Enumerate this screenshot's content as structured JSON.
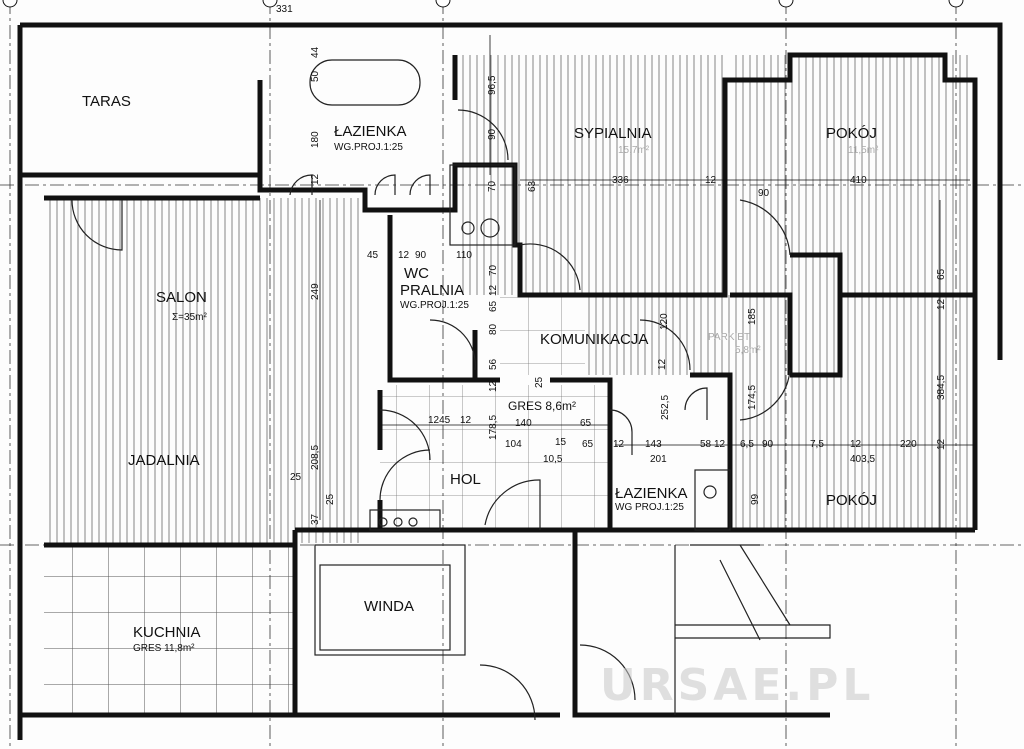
{
  "rooms": {
    "taras": "TARAS",
    "lazienka_top": "ŁAZIENKA",
    "lazienka_top_note": "WG.PROJ.1:25",
    "sypialnia": "SYPIALNIA",
    "sypialnia_area": "15,7m²",
    "pokoj_top": "POKÓJ",
    "pokoj_top_area": "11,5m²",
    "salon": "SALON",
    "salon_area": "Σ=35m²",
    "jadalnia": "JADALNIA",
    "wc": "WC",
    "pralnia": "PRALNIA",
    "pralnia_note": "WG.PROJ.1:25",
    "komunikacja": "KOMUNIKACJA",
    "parkiet": "PARKIET",
    "parkiet_area": "5,8m²",
    "gres_hol": "GRES 8,6m²",
    "hol": "HOL",
    "lazienka_bottom": "ŁAZIENKA",
    "lazienka_bottom_note": "WG PROJ.1:25",
    "pokoj_bottom": "POKÓJ",
    "winda": "WINDA",
    "kuchnia": "KUCHNIA",
    "kuchnia_area": "GRES 11,8m²"
  },
  "watermark": "URSAE.PL",
  "dimensions": [
    "44",
    "50",
    "96,5",
    "180",
    "90",
    "12",
    "336",
    "410",
    "12",
    "90",
    "70",
    "63",
    "45",
    "12",
    "90",
    "110",
    "70",
    "12",
    "249",
    "80",
    "65",
    "56",
    "12",
    "25",
    "120",
    "12",
    "185",
    "65",
    "12",
    "1245",
    "12",
    "178,5",
    "140",
    "65",
    "104",
    "15",
    "65",
    "10,5",
    "12",
    "143",
    "58",
    "12",
    "201",
    "252,5",
    "174,5",
    "6,5",
    "90",
    "7,5",
    "12",
    "220",
    "403,5",
    "384,5",
    "12",
    "99",
    "25",
    "208,5",
    "37",
    "25",
    "331"
  ]
}
